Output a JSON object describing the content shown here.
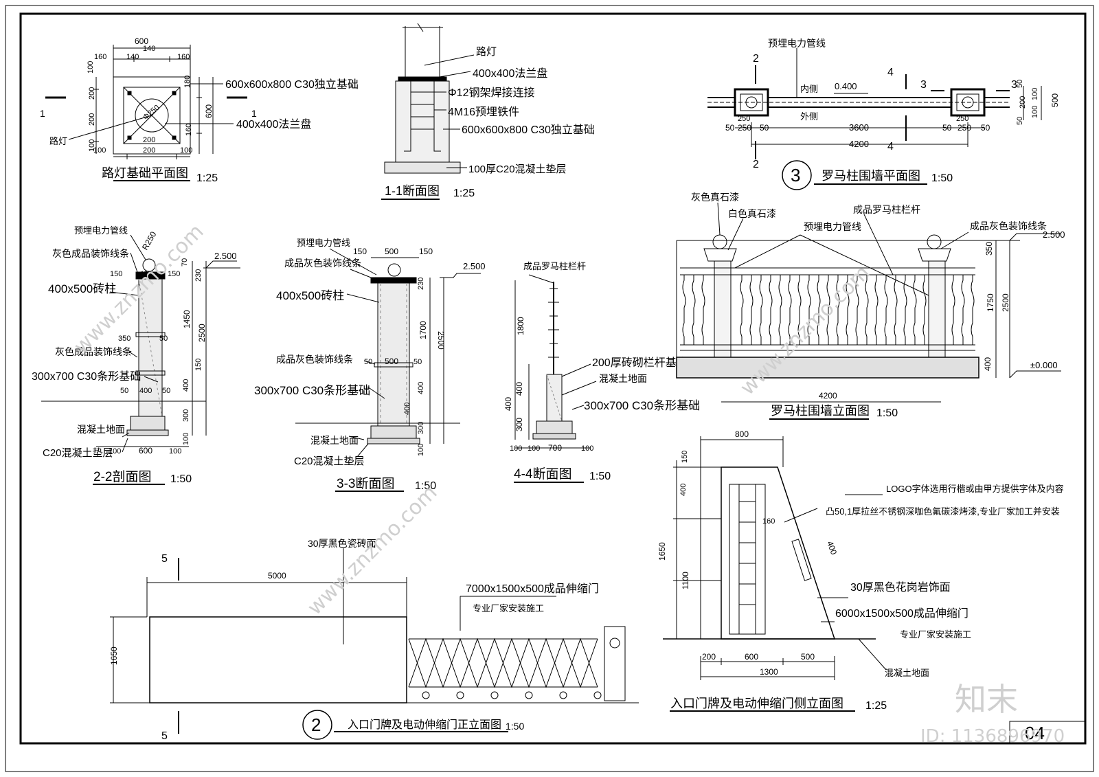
{
  "plan_lamp": {
    "title": "路灯基础平面图",
    "scale": "1:25",
    "dims": {
      "d600": "600",
      "d140": "140",
      "d160": "160",
      "d100": "100",
      "d200": "200",
      "d180": "180"
    },
    "label_found": "600x600x800 C30独立基础",
    "label_flange": "400x400法兰盘",
    "label_lamp": "路灯",
    "phi": "Φ250",
    "cut": "1"
  },
  "sec11": {
    "title": "1-1断面图",
    "scale": "1:25",
    "labels": [
      "路灯",
      "400x400法兰盘",
      "Φ12钢架焊接连接",
      "4M16预埋铁件",
      "600x600x800 C30独立基础",
      "100厚C20混凝土垫层"
    ]
  },
  "plan_wall": {
    "title": "罗马柱围墙平面图",
    "num": "3",
    "scale": "1:50",
    "label_cable": "预埋电力管线",
    "label_in": "内侧",
    "label_out": "外侧",
    "level": "0.400",
    "dims": {
      "d3600": "3600",
      "d4200": "4200",
      "d250": "250",
      "d50": "50",
      "d200": "200",
      "d100": "100",
      "d500": "500"
    },
    "cuts": {
      "c2": "2",
      "c3": "3",
      "c4": "4"
    }
  },
  "sec22": {
    "title": "2-2剖面图",
    "scale": "1:50",
    "labels": [
      "预埋电力管线",
      "灰色成品装饰线条",
      "400x500砖柱",
      "灰色成品装饰线条",
      "300x700 C30条形基础",
      "混凝土地面",
      "C20混凝土垫层"
    ],
    "r": "R250",
    "level": "2.500",
    "dims": {
      "d70": "70",
      "d230": "230",
      "d1450": "1450",
      "d2500": "2500",
      "d150": "150",
      "d400": "400",
      "d300": "300",
      "d100": "100",
      "d600": "600",
      "d50": "50",
      "d350": "350"
    }
  },
  "sec33": {
    "title": "3-3断面图",
    "scale": "1:50",
    "labels": [
      "预埋电力管线",
      "成品灰色装饰线条",
      "400x500砖柱",
      "成品灰色装饰线条",
      "300x700 C30条形基础",
      "混凝土地面",
      "C20混凝土垫层"
    ],
    "level": "2.500",
    "dims": {
      "d150": "150",
      "d500": "500",
      "d230": "230",
      "d1700": "1700",
      "d2500": "2500",
      "d400": "400",
      "d300": "300",
      "d100": "100",
      "d50": "50"
    }
  },
  "sec44": {
    "title": "4-4断面图",
    "scale": "1:50",
    "labels": [
      "成品罗马柱栏杆",
      "200厚砖砌栏杆基座",
      "混凝土地面",
      "300x700 C30条形基础"
    ],
    "dims": {
      "d1800": "1800",
      "d400": "400",
      "d300": "300",
      "d100": "100",
      "d700": "700"
    }
  },
  "elev_wall": {
    "title": "罗马柱围墙立面图",
    "scale": "1:50",
    "labels": [
      "灰色真石漆",
      "白色真石漆",
      "成品罗马柱栏杆",
      "预埋电力管线",
      "成品灰色装饰线条"
    ],
    "level_top": "2.500",
    "level_zero": "±0.000",
    "dims": {
      "d350": "350",
      "d1750": "1750",
      "d2500": "2500",
      "d400": "400",
      "d4200": "4200"
    }
  },
  "elev_gate_front": {
    "num": "2",
    "title": "入口门牌及电动伸缩门正立面图",
    "scale": "1:50",
    "label_tile": "30厚黑色瓷砖面",
    "label_gate": "7000x1500x500成品伸缩门",
    "label_install": "专业厂家安装施工",
    "dims": {
      "d5000": "5000",
      "d1650": "1650"
    },
    "cut": "5"
  },
  "elev_gate_side": {
    "title": "入口门牌及电动伸缩门侧立面图",
    "scale": "1:25",
    "labels": [
      "LOGO字体选用行楷或由甲方提供字体及内容",
      "凸50,1厚拉丝不锈钢深咖色氟碳漆烤漆,专业厂家加工并安装",
      "30厚黑色花岗岩饰面",
      "6000x1500x500成品伸缩门",
      "专业厂家安装施工",
      "混凝土地面"
    ],
    "dims": {
      "d800": "800",
      "d150": "150",
      "d400": "400",
      "d1650": "1650",
      "d1100": "1100",
      "d160": "160",
      "d400b": "400",
      "d200": "200",
      "d600": "600",
      "d500": "500",
      "d1300": "1300"
    }
  },
  "sheet": {
    "number": "04"
  },
  "watermark": {
    "logo": "知末",
    "id": "ID: 1136896970",
    "text": "www.znzmo.com"
  }
}
